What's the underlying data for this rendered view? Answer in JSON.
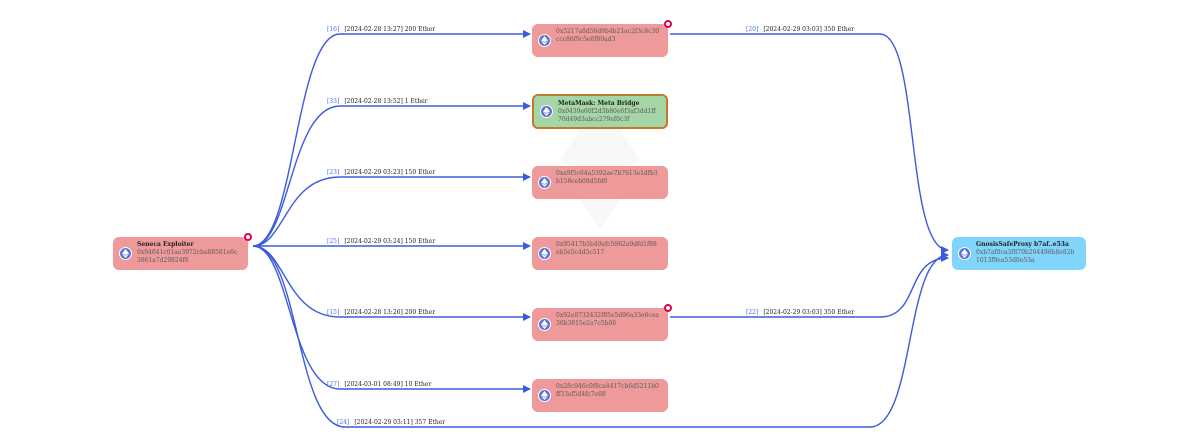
{
  "nodes": {
    "source": {
      "title": "Seneca Exploiter",
      "address": "0x94641c01ae3972cba88581e6c3961a7d29824f6"
    },
    "n1": {
      "title": "",
      "address": "0x5217a8d56d9b4b21ac2f3c8c30ccc86f9c5e8f80ad3"
    },
    "n2": {
      "title": "MetaMask: Meta Bridge",
      "address": "0x0439e60f2d3b80e6f3af3dd1ff70d49d3abcc279ef0c3f"
    },
    "n3": {
      "title": "",
      "address": "0xa9f5c64a5392ae7b7613e1dfb3b158ceb08d5fd0"
    },
    "n4": {
      "title": "",
      "address": "0x95417b5b49efc5962a9dfd1f88eb5e5c4d5c517"
    },
    "n5": {
      "title": "",
      "address": "0x92e8732432f85e5d96a33e6cea36b3815e2e7c5b06"
    },
    "n6": {
      "title": "",
      "address": "0x28c946c0f8ca4417cb6d5211b0ff33ef5d4fc7e68"
    },
    "target": {
      "title": "GnosisSafeProxy b7af..e53a",
      "address": "0xb7af0ca3f870b294496b8e82b1013f9ea53d0e53a"
    }
  },
  "edges": [
    {
      "num": "[16]",
      "text": "[2024-02-28 13:27] 200 Ether"
    },
    {
      "num": "[33]",
      "text": "[2024-02-28 13:52] 1 Ether"
    },
    {
      "num": "[23]",
      "text": "[2024-02-29 03:23] 150 Ether"
    },
    {
      "num": "[25]",
      "text": "[2024-02-29 03:24] 150 Ether"
    },
    {
      "num": "[15]",
      "text": "[2024-02-28 13:26] 200 Ether"
    },
    {
      "num": "[27]",
      "text": "[2024-03-01 08:49] 10 Ether"
    },
    {
      "num": "[24]",
      "text": "[2024-02-29 03:11] 357 Ether"
    },
    {
      "num": "[20]",
      "text": "[2024-02-29 03:03] 350 Ether"
    },
    {
      "num": "[22]",
      "text": "[2024-02-29 03:03] 350 Ether"
    }
  ],
  "colors": {
    "suspicious_node": "#ef9a9a",
    "bridge_node": "#a5d6a7",
    "safe_node": "#81d4fa",
    "edge": "#3b5bdb",
    "flag": "#e0004b"
  },
  "icons": {
    "node": "ethereum-icon",
    "flag": "alert-flag-icon"
  }
}
